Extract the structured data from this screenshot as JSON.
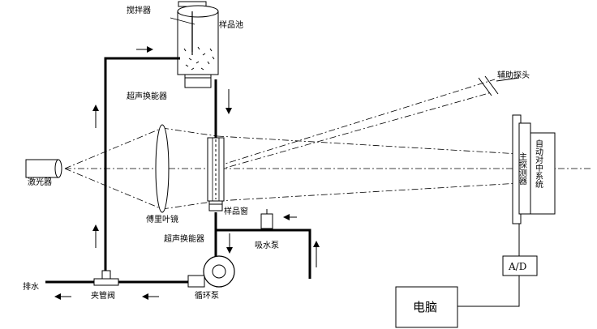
{
  "labels": {
    "stirrer": "搅拌器",
    "sample_cell": "样品池",
    "ultrasonic_top": "超声换能器",
    "auxiliary_probe": "辅助探头",
    "laser": "激光器",
    "fourier_lens": "傅里叶镜",
    "sample_window": "样品窗",
    "ultrasonic_bottom": "超声换能器",
    "suction_pump": "吸水泵",
    "drain": "排水",
    "pinch_valve": "夹管阀",
    "circulation_pump": "循环泵",
    "main_detector": "主探测器",
    "auto_centering": "自动对中系统",
    "ad": "A/D",
    "computer": "电脑"
  },
  "colors": {
    "line": "#000000",
    "background": "#ffffff"
  }
}
